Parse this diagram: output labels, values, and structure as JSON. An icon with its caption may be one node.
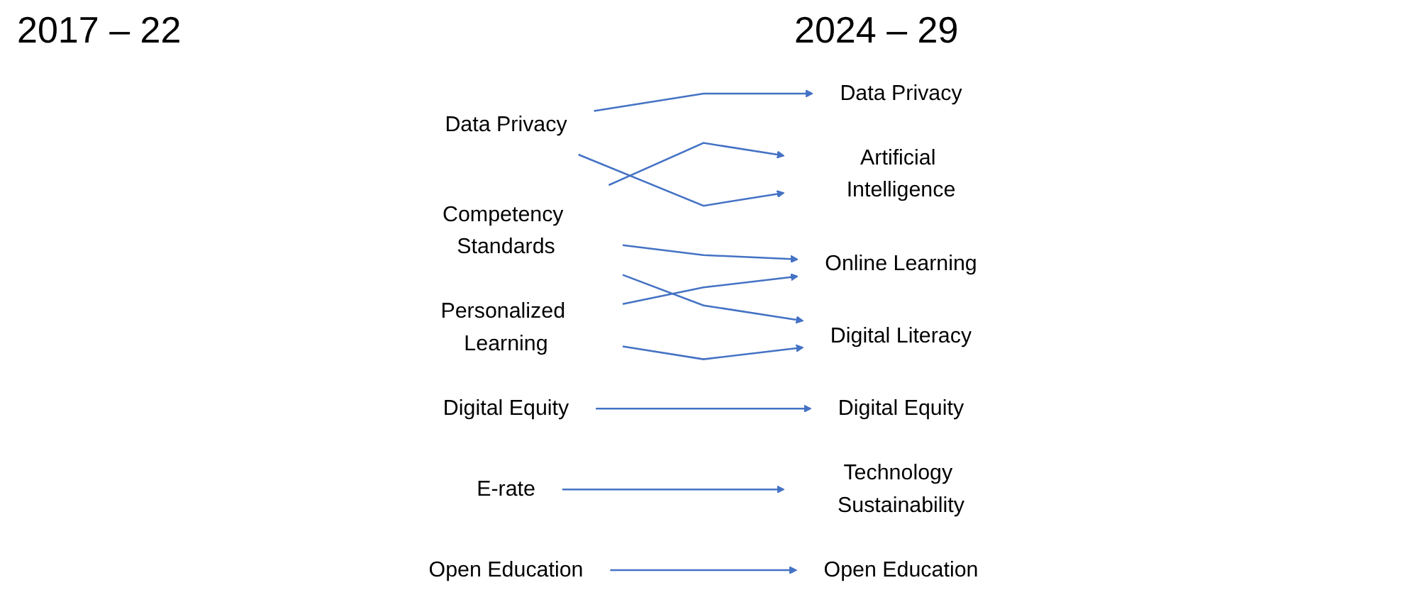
{
  "diagram": {
    "nodes": [
      {
        "text": [
          "Competency Standards"
        ]
      },
      {
        "text": [
          "Data Privacy"
        ]
      },
      {
        "text": [
          "Digital Equity"
        ]
      },
      {
        "text": [
          "E-rate"
        ]
      },
      {
        "text": [
          "Personalized Learning"
        ]
      },
      {
        "text": [
          "Open Education"
        ]
      },
      {
        "text": [
          "Artificial Intelligence"
        ]
      },
      {
        "text": [
          "Data Privacy"
        ]
      },
      {
        "text": [
          "Digital Literacy"
        ]
      },
      {
        "text": [
          "Digital Equity"
        ]
      },
      {
        "text": [
          "Online Learning"
        ]
      },
      {
        "text": [
          "Open Education"
        ]
      },
      {
        "text": [
          "Technology Sustainability"
        ]
      }
    ],
    "edges": [
      {
        "from": 0,
        "to": 6,
        "arrow": "to"
      },
      {
        "from": 0,
        "to": 8,
        "arrow": "to"
      },
      {
        "from": 0,
        "to": 10,
        "arrow": "to"
      },
      {
        "from": 1,
        "to": 6,
        "arrow": "to"
      },
      {
        "from": 1,
        "to": 7,
        "arrow": "to"
      },
      {
        "from": 2,
        "to": 9,
        "arrow": "to"
      },
      {
        "from": 3,
        "to": 12,
        "arrow": "to"
      },
      {
        "from": 4,
        "to": 8,
        "arrow": "to"
      },
      {
        "from": 4,
        "to": 10,
        "arrow": "to"
      },
      {
        "from": 5,
        "to": 11,
        "arrow": "to"
      }
    ],
    "labels": [
      "2017 – 22",
      "2024 – 29"
    ]
  }
}
